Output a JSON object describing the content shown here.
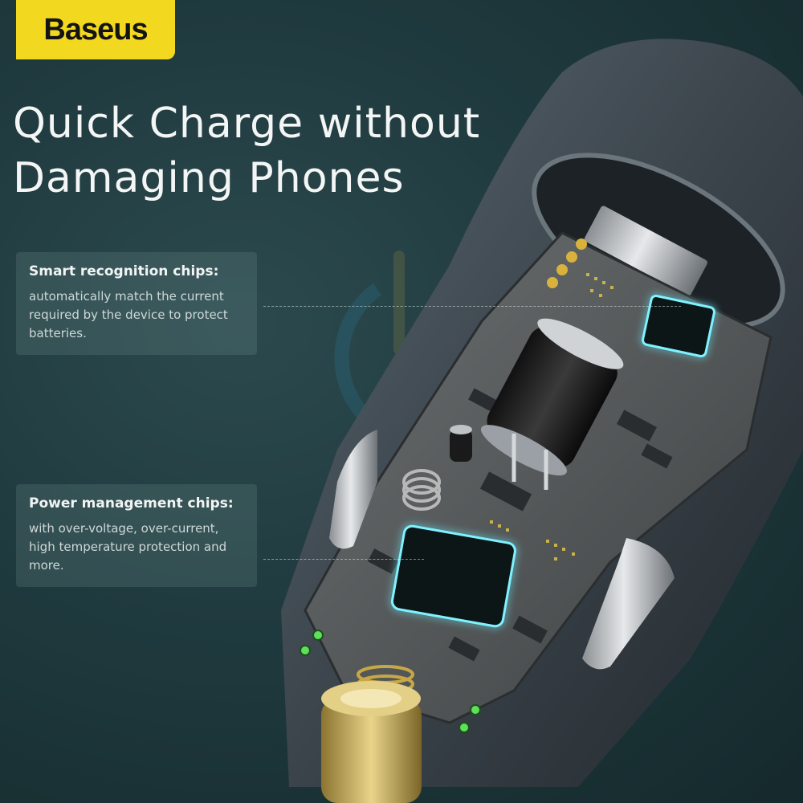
{
  "brand": {
    "name": "Baseus"
  },
  "headline": {
    "line1": "Quick Charge without",
    "line2": "Damaging Phones"
  },
  "callouts": [
    {
      "title": "Smart recognition chips:",
      "lines": [
        "automatically match the current",
        "required by the device to protect",
        "batteries."
      ]
    },
    {
      "title": "Power management chips:",
      "lines": [
        "with over-voltage, over-current,",
        "high temperature protection and",
        "more."
      ]
    }
  ],
  "colors": {
    "background": "#1f3a3e",
    "brand_yellow": "#f2d81e",
    "chip_glow": "#7ff2ff",
    "led_green": "#5ee05a"
  }
}
